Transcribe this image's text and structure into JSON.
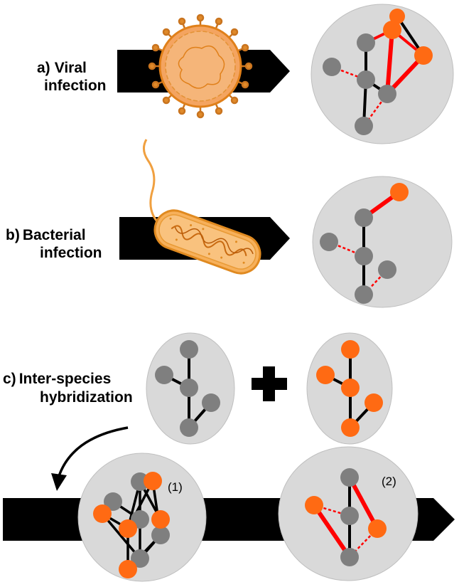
{
  "panels": {
    "a": {
      "letter": "a)",
      "line1": "Viral",
      "line2": "infection"
    },
    "b": {
      "letter": "b)",
      "line1": "Bacterial",
      "line2": "infection"
    },
    "c": {
      "letter": "c)",
      "line1": "Inter-species",
      "line2": "hybridization"
    }
  },
  "hybrid_labels": {
    "first": "(1)",
    "second": "(2)"
  },
  "colors": {
    "arrow": "#000000",
    "blob": "#d9d9d9",
    "host_node": "#7f7f7f",
    "foreign_node": "#ff6a13",
    "new_edge": "#ff0000",
    "edge": "#000000",
    "virus": "#f4a460",
    "bacterium": "#f7b05a"
  },
  "icons": [
    "virus-icon",
    "bacterium-icon",
    "plus-icon",
    "curved-arrow-icon"
  ]
}
